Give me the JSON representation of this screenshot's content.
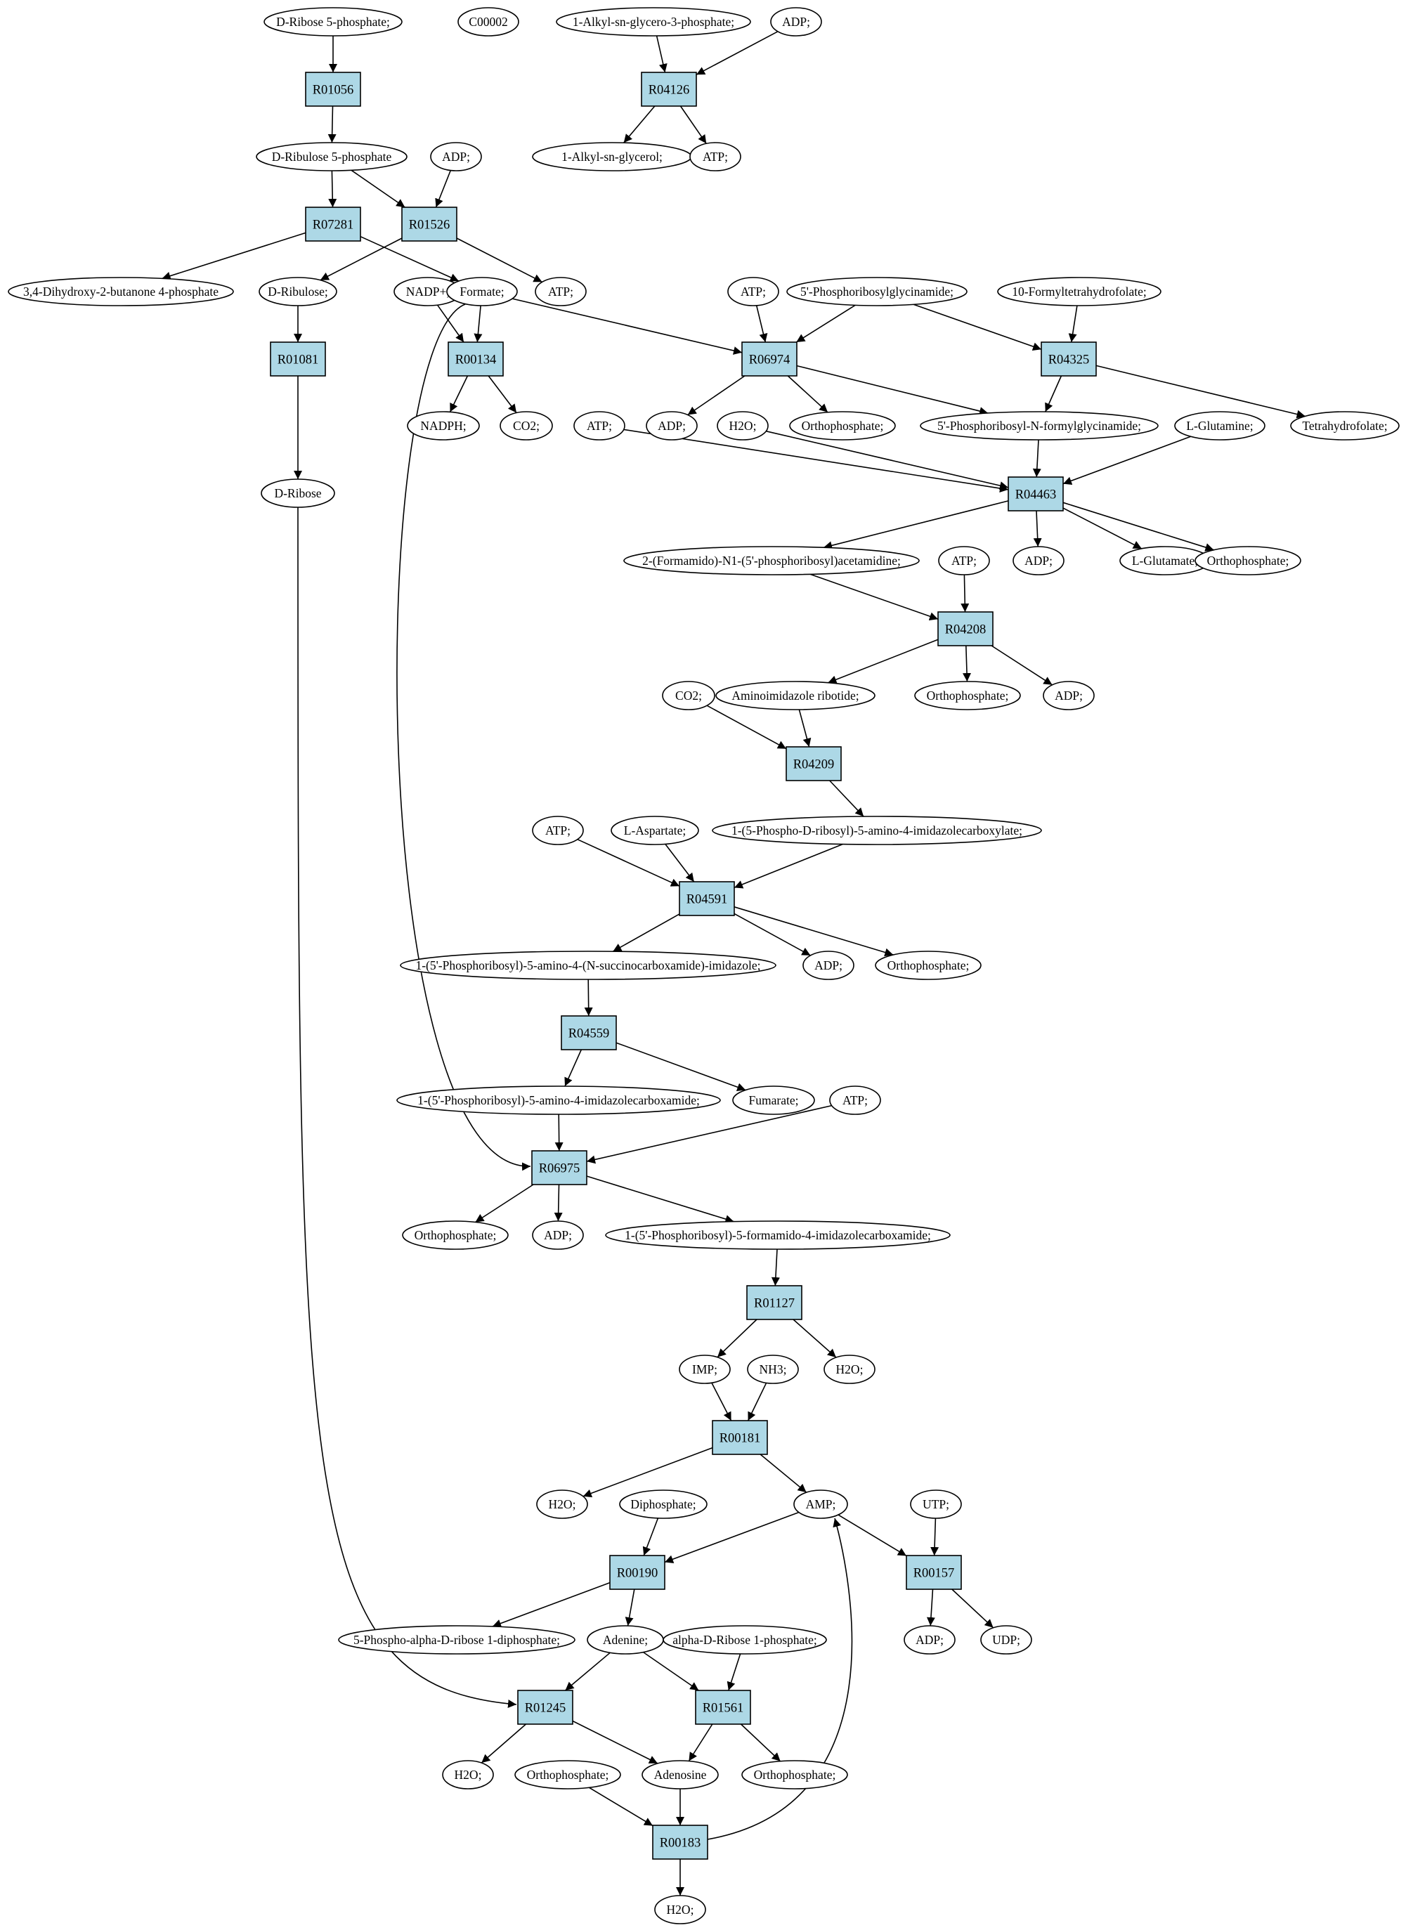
{
  "colors": {
    "reaction_fill": "#add8e6",
    "start_fill": "#00ff00",
    "target_fill": "#ffff00",
    "metabolite_fill": "#ffffff",
    "line": "#000000"
  },
  "reactions": [
    {
      "id": "R01056",
      "label": "R01056"
    },
    {
      "id": "R04126",
      "label": "R04126"
    },
    {
      "id": "R07281",
      "label": "R07281"
    },
    {
      "id": "R01526",
      "label": "R01526"
    },
    {
      "id": "R01081",
      "label": "R01081"
    },
    {
      "id": "R00134",
      "label": "R00134"
    },
    {
      "id": "R06974",
      "label": "R06974"
    },
    {
      "id": "R04325",
      "label": "R04325"
    },
    {
      "id": "R04463",
      "label": "R04463"
    },
    {
      "id": "R04208",
      "label": "R04208"
    },
    {
      "id": "R04209",
      "label": "R04209"
    },
    {
      "id": "R04591",
      "label": "R04591"
    },
    {
      "id": "R04559",
      "label": "R04559"
    },
    {
      "id": "R06975",
      "label": "R06975"
    },
    {
      "id": "R01127",
      "label": "R01127"
    },
    {
      "id": "R00181",
      "label": "R00181"
    },
    {
      "id": "R00190",
      "label": "R00190"
    },
    {
      "id": "R00157",
      "label": "R00157"
    },
    {
      "id": "R01245",
      "label": "R01245"
    },
    {
      "id": "R01561",
      "label": "R01561"
    },
    {
      "id": "R00183",
      "label": "R00183"
    }
  ],
  "metabolites": [
    {
      "id": "m_dr5p",
      "label": "D-Ribose 5-phosphate;",
      "kind": "start"
    },
    {
      "id": "m_c00002",
      "label": "C00002",
      "kind": "target"
    },
    {
      "id": "m_alkylg3p",
      "label": "1-Alkyl-sn-glycero-3-phosphate;",
      "kind": "normal"
    },
    {
      "id": "m_adp_r04126",
      "label": "ADP;",
      "kind": "normal"
    },
    {
      "id": "m_alkylglycerol",
      "label": "1-Alkyl-sn-glycerol;",
      "kind": "normal"
    },
    {
      "id": "m_atp_r04126",
      "label": "ATP;",
      "kind": "normal"
    },
    {
      "id": "m_dru5p",
      "label": "D-Ribulose 5-phosphate",
      "kind": "normal"
    },
    {
      "id": "m_adp_r01526",
      "label": "ADP;",
      "kind": "normal"
    },
    {
      "id": "m_dhbp",
      "label": "3,4-Dihydroxy-2-butanone 4-phosphate",
      "kind": "normal"
    },
    {
      "id": "m_dribulose",
      "label": "D-Ribulose;",
      "kind": "normal"
    },
    {
      "id": "m_nadp",
      "label": "NADP+;",
      "kind": "normal"
    },
    {
      "id": "m_formate",
      "label": "Formate;",
      "kind": "normal"
    },
    {
      "id": "m_atp_r01526",
      "label": "ATP;",
      "kind": "normal"
    },
    {
      "id": "m_atp_r06974",
      "label": "ATP;",
      "kind": "normal"
    },
    {
      "id": "m_gar",
      "label": "5'-Phosphoribosylglycinamide;",
      "kind": "normal"
    },
    {
      "id": "m_fthf",
      "label": "10-Formyltetrahydrofolate;",
      "kind": "normal"
    },
    {
      "id": "m_nadph",
      "label": "NADPH;",
      "kind": "normal"
    },
    {
      "id": "m_co2_r00134",
      "label": "CO2;",
      "kind": "normal"
    },
    {
      "id": "m_atp_r04463",
      "label": "ATP;",
      "kind": "normal"
    },
    {
      "id": "m_adp_r06974",
      "label": "ADP;",
      "kind": "normal"
    },
    {
      "id": "m_h2o_r04463",
      "label": "H2O;",
      "kind": "normal"
    },
    {
      "id": "m_pi_r06974",
      "label": "Orthophosphate;",
      "kind": "normal"
    },
    {
      "id": "m_fgar",
      "label": "5'-Phosphoribosyl-N-formylglycinamide;",
      "kind": "normal"
    },
    {
      "id": "m_gln",
      "label": "L-Glutamine;",
      "kind": "normal"
    },
    {
      "id": "m_thf",
      "label": "Tetrahydrofolate;",
      "kind": "normal"
    },
    {
      "id": "m_dribose",
      "label": "D-Ribose",
      "kind": "normal"
    },
    {
      "id": "m_fgam",
      "label": "2-(Formamido)-N1-(5'-phosphoribosyl)acetamidine;",
      "kind": "normal"
    },
    {
      "id": "m_adp_r04463",
      "label": "ADP;",
      "kind": "normal"
    },
    {
      "id": "m_glu",
      "label": "L-Glutamate;",
      "kind": "normal"
    },
    {
      "id": "m_pi_r04463",
      "label": "Orthophosphate;",
      "kind": "normal"
    },
    {
      "id": "m_atp_r04208",
      "label": "ATP;",
      "kind": "normal"
    },
    {
      "id": "m_co2_r04209",
      "label": "CO2;",
      "kind": "normal"
    },
    {
      "id": "m_air",
      "label": "Aminoimidazole ribotide;",
      "kind": "normal"
    },
    {
      "id": "m_pi_r04208",
      "label": "Orthophosphate;",
      "kind": "normal"
    },
    {
      "id": "m_adp_r04208",
      "label": "ADP;",
      "kind": "normal"
    },
    {
      "id": "m_cair",
      "label": "1-(5-Phospho-D-ribosyl)-5-amino-4-imidazolecarboxylate;",
      "kind": "normal"
    },
    {
      "id": "m_atp_r04591",
      "label": "ATP;",
      "kind": "normal"
    },
    {
      "id": "m_asp",
      "label": "L-Aspartate;",
      "kind": "normal"
    },
    {
      "id": "m_saicar",
      "label": "1-(5'-Phosphoribosyl)-5-amino-4-(N-succinocarboxamide)-imidazole;",
      "kind": "normal"
    },
    {
      "id": "m_adp_r04591",
      "label": "ADP;",
      "kind": "normal"
    },
    {
      "id": "m_pi_r04591",
      "label": "Orthophosphate;",
      "kind": "normal"
    },
    {
      "id": "m_aicar",
      "label": "1-(5'-Phosphoribosyl)-5-amino-4-imidazolecarboxamide;",
      "kind": "normal"
    },
    {
      "id": "m_fumarate",
      "label": "Fumarate;",
      "kind": "normal"
    },
    {
      "id": "m_atp_r06975",
      "label": "ATP;",
      "kind": "normal"
    },
    {
      "id": "m_pi_r06975",
      "label": "Orthophosphate;",
      "kind": "normal"
    },
    {
      "id": "m_adp_r06975",
      "label": "ADP;",
      "kind": "normal"
    },
    {
      "id": "m_faicar",
      "label": "1-(5'-Phosphoribosyl)-5-formamido-4-imidazolecarboxamide;",
      "kind": "normal"
    },
    {
      "id": "m_imp",
      "label": "IMP;",
      "kind": "normal"
    },
    {
      "id": "m_nh3",
      "label": "NH3;",
      "kind": "normal"
    },
    {
      "id": "m_h2o_r01127",
      "label": "H2O;",
      "kind": "normal"
    },
    {
      "id": "m_h2o_r00181",
      "label": "H2O;",
      "kind": "normal"
    },
    {
      "id": "m_ppi",
      "label": "Diphosphate;",
      "kind": "normal"
    },
    {
      "id": "m_amp",
      "label": "AMP;",
      "kind": "normal"
    },
    {
      "id": "m_utp",
      "label": "UTP;",
      "kind": "normal"
    },
    {
      "id": "m_prpp",
      "label": "5-Phospho-alpha-D-ribose 1-diphosphate;",
      "kind": "normal"
    },
    {
      "id": "m_adenine",
      "label": "Adenine;",
      "kind": "normal"
    },
    {
      "id": "m_r1p",
      "label": "alpha-D-Ribose 1-phosphate;",
      "kind": "normal"
    },
    {
      "id": "m_adp_r00157",
      "label": "ADP;",
      "kind": "normal"
    },
    {
      "id": "m_udp",
      "label": "UDP;",
      "kind": "normal"
    },
    {
      "id": "m_h2o_r01245",
      "label": "H2O;",
      "kind": "normal"
    },
    {
      "id": "m_pi_r00183",
      "label": "Orthophosphate;",
      "kind": "normal"
    },
    {
      "id": "m_adenosine",
      "label": "Adenosine",
      "kind": "normal"
    },
    {
      "id": "m_pi_r01561",
      "label": "Orthophosphate;",
      "kind": "normal"
    },
    {
      "id": "m_h2o_r00183",
      "label": "H2O;",
      "kind": "normal"
    }
  ],
  "edges": [
    [
      "m_dr5p",
      "R01056"
    ],
    [
      "R01056",
      "m_dru5p"
    ],
    [
      "m_alkylg3p",
      "R04126"
    ],
    [
      "m_adp_r04126",
      "R04126"
    ],
    [
      "R04126",
      "m_alkylglycerol"
    ],
    [
      "R04126",
      "m_atp_r04126"
    ],
    [
      "m_dru5p",
      "R07281"
    ],
    [
      "m_dru5p",
      "R01526"
    ],
    [
      "m_adp_r01526",
      "R01526"
    ],
    [
      "R07281",
      "m_dhbp"
    ],
    [
      "R07281",
      "m_formate"
    ],
    [
      "R01526",
      "m_dribulose"
    ],
    [
      "R01526",
      "m_atp_r01526"
    ],
    [
      "m_dribulose",
      "R01081"
    ],
    [
      "R01081",
      "m_dribose"
    ],
    [
      "m_nadp",
      "R00134"
    ],
    [
      "m_formate",
      "R00134"
    ],
    [
      "R00134",
      "m_nadph"
    ],
    [
      "R00134",
      "m_co2_r00134"
    ],
    [
      "m_formate",
      "R06974"
    ],
    [
      "m_atp_r06974",
      "R06974"
    ],
    [
      "m_gar",
      "R06974"
    ],
    [
      "R06974",
      "m_adp_r06974"
    ],
    [
      "R06974",
      "m_pi_r06974"
    ],
    [
      "R06974",
      "m_fgar"
    ],
    [
      "m_gar",
      "R04325"
    ],
    [
      "m_fthf",
      "R04325"
    ],
    [
      "R04325",
      "m_fgar"
    ],
    [
      "R04325",
      "m_thf"
    ],
    [
      "m_atp_r04463",
      "R04463"
    ],
    [
      "m_h2o_r04463",
      "R04463"
    ],
    [
      "m_fgar",
      "R04463"
    ],
    [
      "m_gln",
      "R04463"
    ],
    [
      "R04463",
      "m_fgam"
    ],
    [
      "R04463",
      "m_adp_r04463"
    ],
    [
      "R04463",
      "m_glu"
    ],
    [
      "R04463",
      "m_pi_r04463"
    ],
    [
      "m_fgam",
      "R04208"
    ],
    [
      "m_atp_r04208",
      "R04208"
    ],
    [
      "R04208",
      "m_air"
    ],
    [
      "R04208",
      "m_pi_r04208"
    ],
    [
      "R04208",
      "m_adp_r04208"
    ],
    [
      "m_co2_r04209",
      "R04209"
    ],
    [
      "m_air",
      "R04209"
    ],
    [
      "R04209",
      "m_cair"
    ],
    [
      "m_atp_r04591",
      "R04591"
    ],
    [
      "m_asp",
      "R04591"
    ],
    [
      "m_cair",
      "R04591"
    ],
    [
      "R04591",
      "m_saicar"
    ],
    [
      "R04591",
      "m_adp_r04591"
    ],
    [
      "R04591",
      "m_pi_r04591"
    ],
    [
      "m_saicar",
      "R04559"
    ],
    [
      "R04559",
      "m_aicar"
    ],
    [
      "R04559",
      "m_fumarate"
    ],
    [
      "m_aicar",
      "R06975"
    ],
    [
      "m_atp_r06975",
      "R06975"
    ],
    [
      "m_formate",
      "R06975"
    ],
    [
      "R06975",
      "m_pi_r06975"
    ],
    [
      "R06975",
      "m_adp_r06975"
    ],
    [
      "R06975",
      "m_faicar"
    ],
    [
      "m_faicar",
      "R01127"
    ],
    [
      "R01127",
      "m_imp"
    ],
    [
      "R01127",
      "m_h2o_r01127"
    ],
    [
      "m_imp",
      "R00181"
    ],
    [
      "m_nh3",
      "R00181"
    ],
    [
      "R00181",
      "m_h2o_r00181"
    ],
    [
      "R00181",
      "m_amp"
    ],
    [
      "m_ppi",
      "R00190"
    ],
    [
      "m_amp",
      "R00190"
    ],
    [
      "R00190",
      "m_prpp"
    ],
    [
      "R00190",
      "m_adenine"
    ],
    [
      "m_amp",
      "R00157"
    ],
    [
      "m_utp",
      "R00157"
    ],
    [
      "R00157",
      "m_adp_r00157"
    ],
    [
      "R00157",
      "m_udp"
    ],
    [
      "m_adenine",
      "R01245"
    ],
    [
      "m_dribose",
      "R01245"
    ],
    [
      "R01245",
      "m_h2o_r01245"
    ],
    [
      "R01245",
      "m_adenosine"
    ],
    [
      "m_adenine",
      "R01561"
    ],
    [
      "m_r1p",
      "R01561"
    ],
    [
      "R01561",
      "m_adenosine"
    ],
    [
      "R01561",
      "m_pi_r01561"
    ],
    [
      "m_adenosine",
      "R00183"
    ],
    [
      "m_pi_r00183",
      "R00183"
    ],
    [
      "R00183",
      "m_h2o_r00183"
    ],
    [
      "R00183",
      "m_amp"
    ]
  ]
}
